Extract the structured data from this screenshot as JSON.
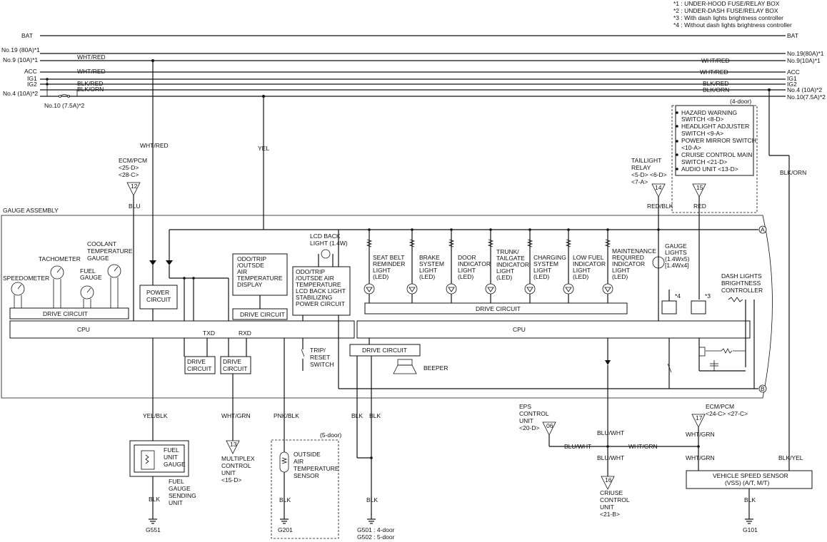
{
  "notes": [
    "*1 : UNDER-HOOD FUSE/RELAY BOX",
    "*2 : UNDER-DASH FUSE/RELAY BOX",
    "*3 : With dash lights brightness controller",
    "*4 : Without dash lights brightness controller"
  ],
  "rails": {
    "bat": "BAT",
    "no19_left": "No.19 (80A)*1",
    "no9_left": "No.9 (10A)*1",
    "acc": "ACC",
    "ig1": "IG1",
    "ig2": "IG2",
    "no4_left": "No.4 (10A)*2",
    "no10": "No.10 (7.5A)*2",
    "bat_r": "BAT",
    "no19_right": "No.19(80A)*1",
    "no9_right": "No.9(10A)*1",
    "acc_r": "ACC",
    "ig1_r": "IG1",
    "ig2_r": "IG2",
    "no4_right": "No.4 (10A)*2",
    "no10_right": "No.10(7.5A)*2"
  },
  "wires": {
    "wht_red": "WHT/RED",
    "wht_red_r": "WHT/RED",
    "wht_red_r2": "WHT/RED",
    "wht_red_v": "WHT/RED",
    "blk_red": "BLK/RED",
    "blk_red_r": "BLK/RED",
    "blk_orn": "BLK/ORN",
    "blk_orn_r": "BLK/ORN",
    "blk_orn_v": "BLK/ORN",
    "yel": "YEL",
    "blu": "BLU",
    "red_blk": "RED/BLK",
    "red": "RED",
    "yel_blk": "YEL/BLK",
    "wht_grn": "WHT/GRN",
    "pnk_blk": "PNK/BLK",
    "blk1": "BLK",
    "blk2": "BLK",
    "blk_fuel": "BLK",
    "blk_sensor": "BLK",
    "blk_g501": "BLK",
    "blu_wht_a": "BLU/WHT",
    "blu_wht_b": "BLU/WHT",
    "blu_wht_c": "BLU/WHT",
    "wht_grn_a": "WHT/GRN",
    "wht_grn_b": "WHT/GRN",
    "wht_grn_c": "WHT/GRN",
    "blk_yel": "BLK/YEL",
    "blk_vss": "BLK"
  },
  "connectors": {
    "ecm_pcm_left": [
      "ECM/PCM",
      "<25-D>",
      "<28-C>"
    ],
    "c12": "12",
    "taillight": [
      "TAILLIGHT",
      "RELAY",
      "<5-D> <6-D>",
      "<7-A>"
    ],
    "c14": "14",
    "c15": "15",
    "c13": "13",
    "multiplex": [
      "MULTIPLEX",
      "CONTROL",
      "UNIT",
      "<15-D>"
    ],
    "eps": [
      "EPS",
      "CONTROL",
      "UNIT",
      "<20-D>"
    ],
    "c06": "06",
    "c16": "16",
    "cruise": [
      "CRIUSE",
      "CONTROL",
      "UNIT",
      "<21-B>"
    ],
    "ecm_pcm_right": [
      "ECM/PCM",
      "<24-C> <27-C>"
    ],
    "c17": "17",
    "four_door_tag": "(4-door)",
    "bullets": [
      "HAZARD WARNING",
      "SWITCH <8-D>",
      "HEADLIGHT ADJUSTER",
      "SWITCH <9-A>",
      "POWER MIRROR SWITCH",
      "<10-A>",
      "CRUISE CONTROL MAIN",
      "SWITCH <21-D>",
      "AUDIO UNIT <13-D>"
    ]
  },
  "gauge": {
    "title": "GAUGE ASSEMBLY",
    "speedometer": "SPEEDOMETER",
    "tachometer": "TACHOMETER",
    "fuel_gauge": [
      "FUEL",
      "GAUGE"
    ],
    "coolant": [
      "COOLANT",
      "TEMPERATURE",
      "GAUGE"
    ],
    "drive_circuit": "DRIVE CIRCUIT",
    "power_circuit": [
      "POWER",
      "CIRCUIT"
    ],
    "cpu": "CPU",
    "cpu_right": "CPU",
    "txd": "TXD",
    "rxd": "RXD",
    "drive_circuit_sm1": [
      "DRIVE",
      "CIRCUIT"
    ],
    "drive_circuit_sm2": [
      "DRIVE",
      "CIRCUIT"
    ],
    "odo_display": [
      "ODO/TRIP",
      "/OUTSDE",
      "AIR",
      "TEMPERATURE",
      "DISPLAY"
    ],
    "drive_circuit_odo": "DRIVE CIRCUIT",
    "lcd_back": [
      "LCD BACK",
      "LIGHT (1.4W)"
    ],
    "odo_lcd": [
      "ODO/TRIP",
      "/OUTSDE AIR",
      "TEMPERATURE",
      "LCD BACK LIGHT",
      "STABILIZING",
      "POWER CIRCUIT"
    ],
    "trip_reset": [
      "TRIP/",
      "RESET",
      "SWITCH"
    ],
    "drive_circuit_beeper": "DRIVE CIRCUIT",
    "beeper": "BEEPER",
    "indicators": [
      [
        "SEAT BELT",
        "REMINDER",
        "LIGHT",
        "(LED)"
      ],
      [
        "BRAKE",
        "SYSTEM",
        "LIGHT",
        "(LED)"
      ],
      [
        "DOOR",
        "INDICATOR",
        "LIGHT",
        "(LED)"
      ],
      [
        "TRUNK/",
        "TAILGATE",
        "INDICATOR",
        "LIGHT",
        "(LED)"
      ],
      [
        "CHARGING",
        "SYSTEM",
        "LIGHT",
        "(LED)"
      ],
      [
        "LOW FUEL",
        "INDICATOR",
        "LIGHT",
        "(LED)"
      ],
      [
        "MAINTENANCE",
        "REQUIRED",
        "INDICATOR",
        "LIGHT",
        "(LED)"
      ]
    ],
    "drive_circuit_ind": "DRIVE CIRCUIT",
    "gauge_lights": [
      "GAUGE",
      "LIGHTS",
      "(1.4Wx5)",
      "[1.4Wx4]"
    ],
    "dash_lights": [
      "DASH LIGHTS",
      "BRIGHTNESS",
      "CONTROLLER"
    ],
    "star4": "*4",
    "star3": "*3",
    "node_a": "A",
    "node_b": "B"
  },
  "bottom": {
    "fuel_unit": [
      "FUEL",
      "UNIT",
      "GAUGE"
    ],
    "fuel_sending": [
      "FUEL",
      "GAUGE",
      "SENDING",
      "UNIT"
    ],
    "g551": "G551",
    "five_door": "(5-door)",
    "outside_air": [
      "OUTSIDE",
      "AIR",
      "TEMPERATURE",
      "SENSOR"
    ],
    "g201": "G201",
    "g501": "G501 : 4-door",
    "g502": "G502 : 5-door",
    "vss": [
      "VEHICLE SPEED SENSOR",
      "(VSS) (A/T, M/T)"
    ],
    "g101": "G101"
  }
}
